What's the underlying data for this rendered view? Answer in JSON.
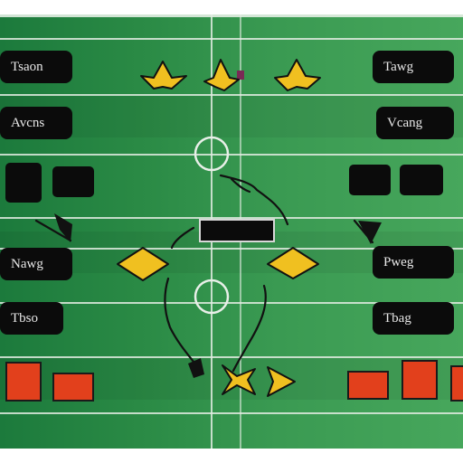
{
  "board": {
    "left_labels": [
      "Tsaon",
      "Avcns",
      "Nawg",
      "Tbso"
    ],
    "right_labels": [
      "Tawg",
      "Vcang",
      "Pweg",
      "Tbag"
    ]
  },
  "colors": {
    "field_dark": "#1c7a3c",
    "field_light": "#47a75c",
    "token_yellow": "#f0c020",
    "tile_red": "#e2401c",
    "tile_black": "#0b0b0b"
  },
  "icons": {
    "player_token": "diamond-arrow",
    "center_circle": "circle"
  }
}
